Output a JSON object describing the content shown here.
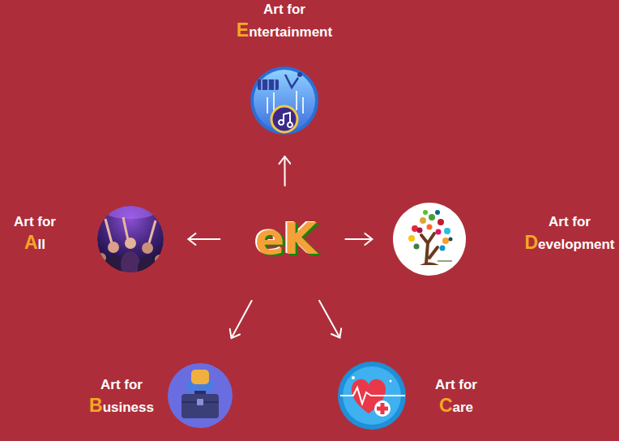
{
  "diagram": {
    "nodes": [
      {
        "text": [
          "Art for",
          "Entertainment"
        ]
      },
      {
        "text": [
          "Art for",
          "All"
        ]
      },
      {
        "text": [
          "eK"
        ]
      },
      {
        "text": [
          "Art for",
          "Development"
        ]
      },
      {
        "text": [
          "Art for",
          "Business"
        ]
      },
      {
        "text": [
          "Art for",
          "Care"
        ]
      }
    ],
    "edges": [
      {
        "from": 2,
        "to": 0,
        "arrow": "to"
      },
      {
        "from": 2,
        "to": 1,
        "arrow": "to"
      },
      {
        "from": 2,
        "to": 3,
        "arrow": "to"
      },
      {
        "from": 2,
        "to": 4,
        "arrow": "to"
      },
      {
        "from": 2,
        "to": 5,
        "arrow": "to"
      }
    ]
  }
}
